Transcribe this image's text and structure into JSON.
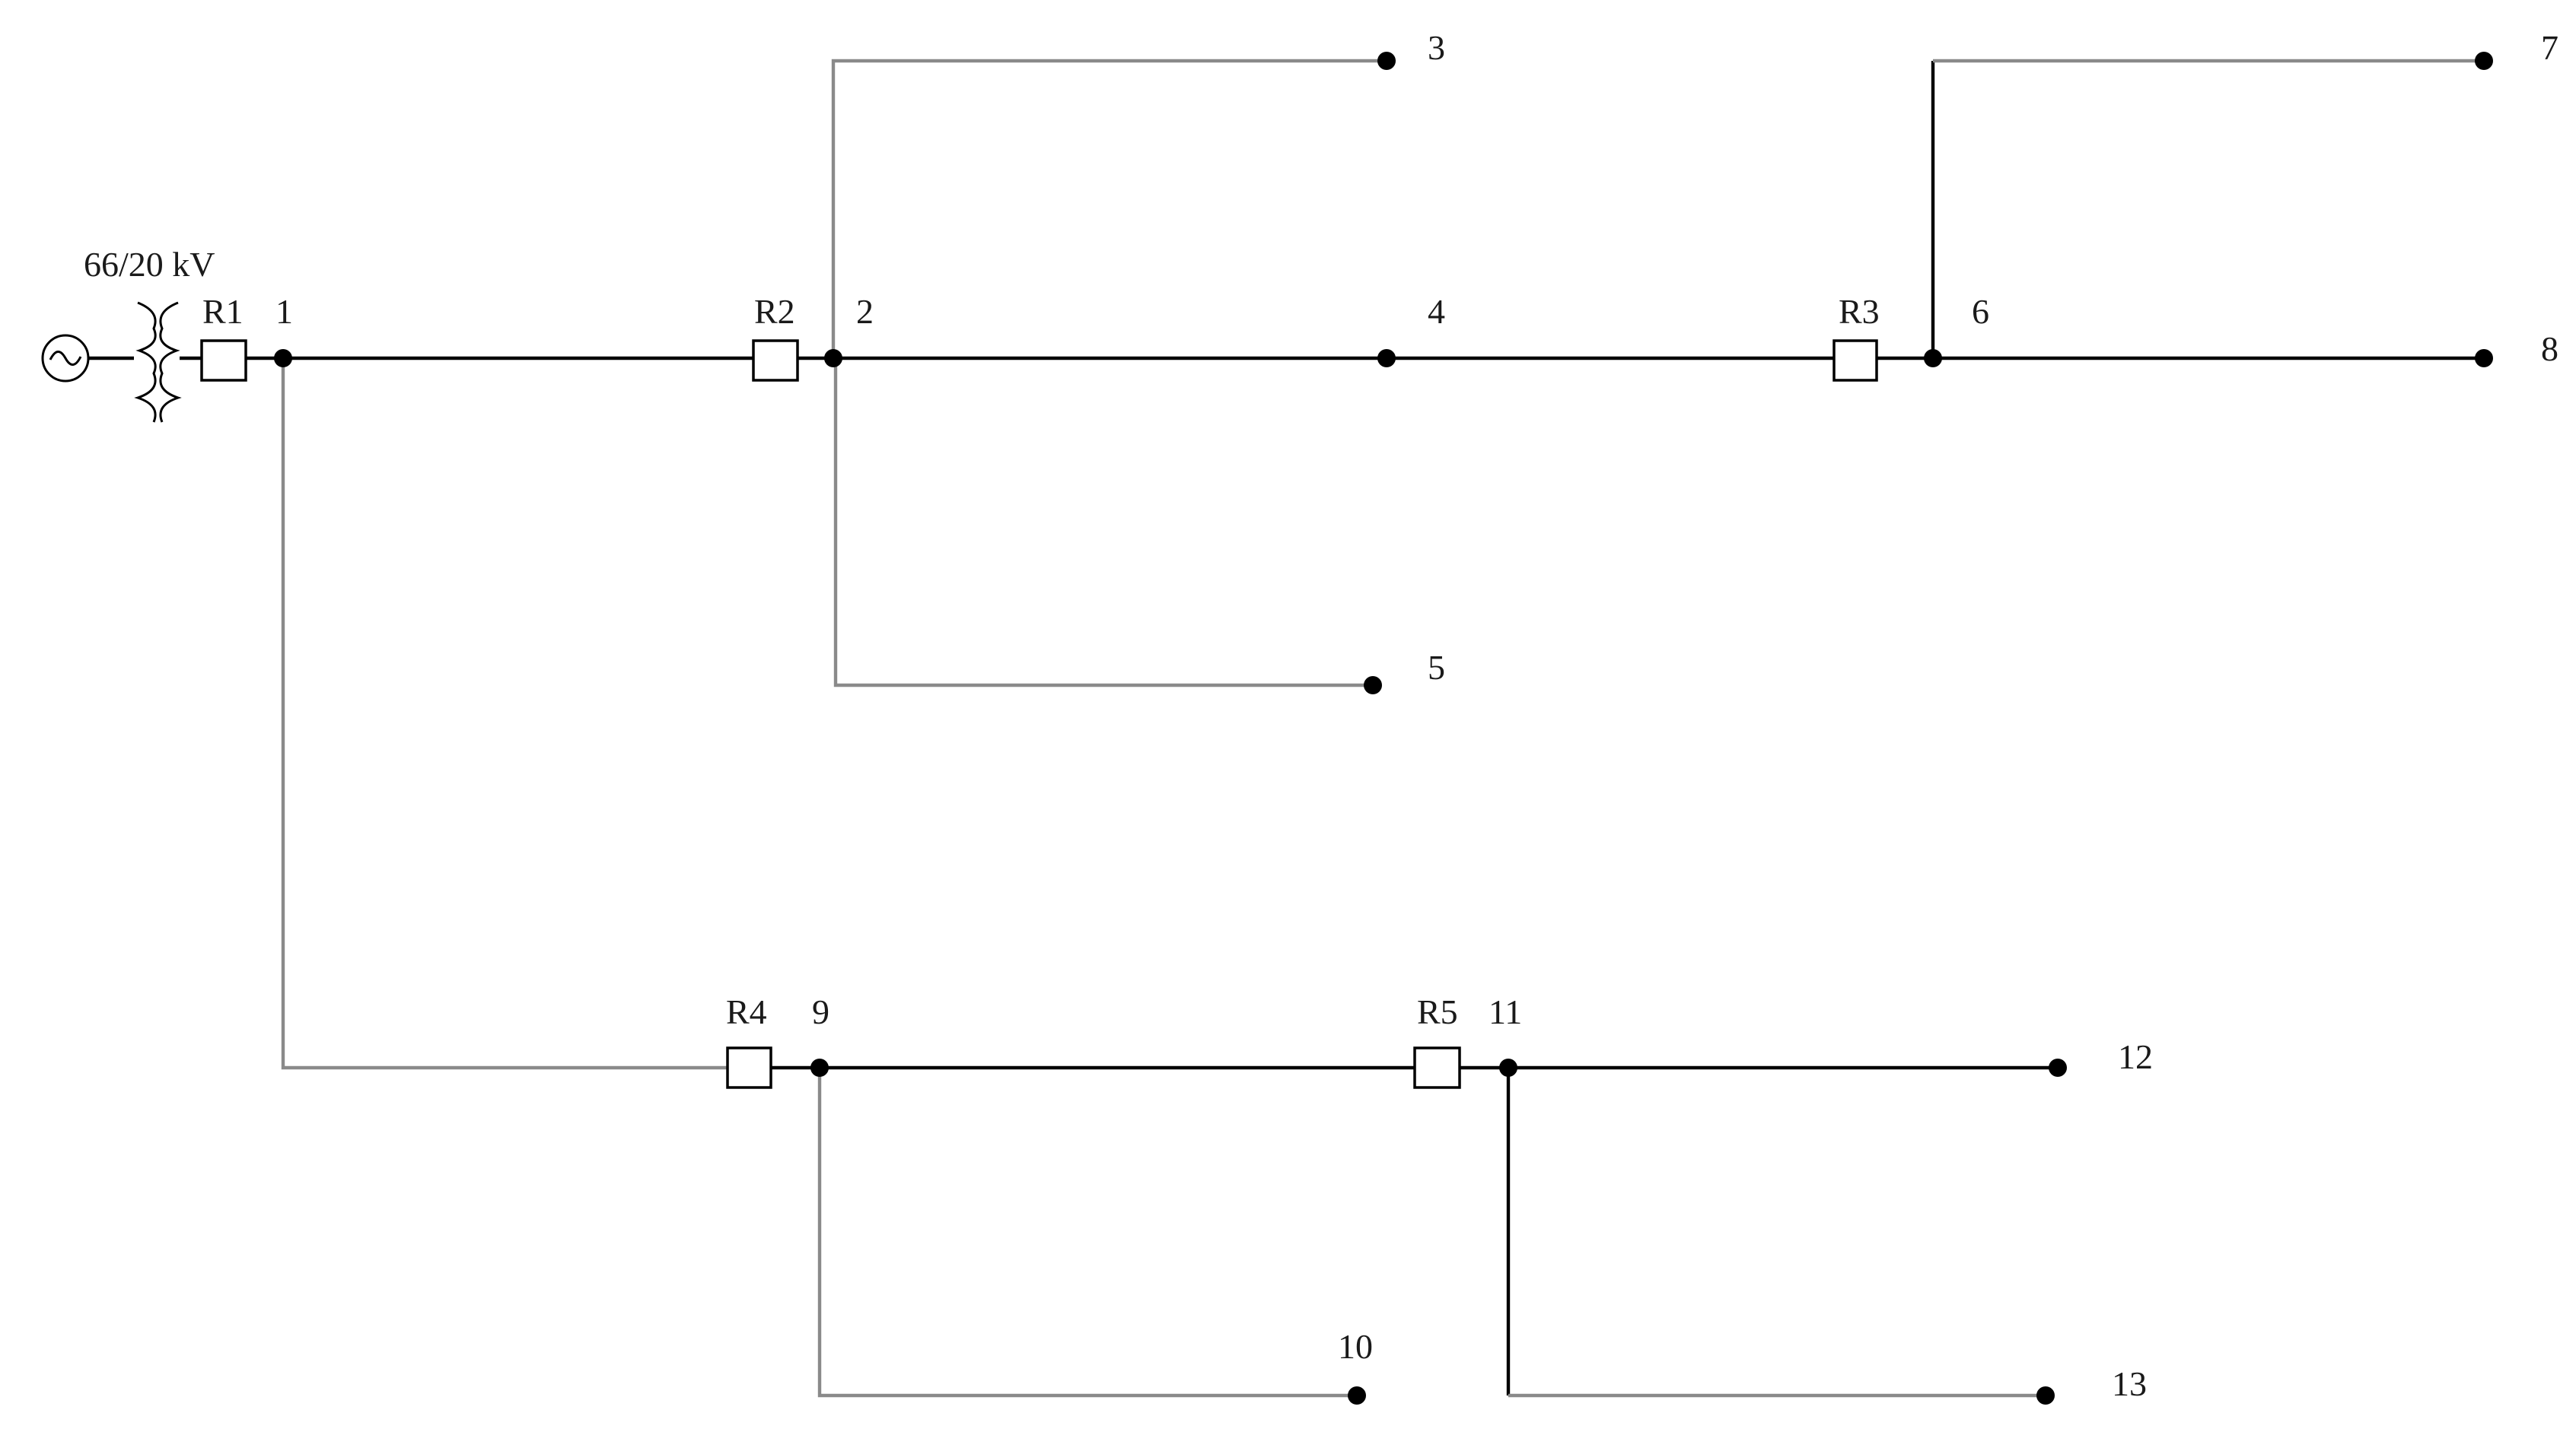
{
  "colors": {
    "background": "#ffffff",
    "main_feeder": "#000000",
    "branch_line": "#8a8a8a",
    "label_text": "#1a1a1a"
  },
  "source": {
    "icon": "ac-source-icon",
    "transformer_icon": "transformer-icon",
    "transformer_label": "66/20 kV"
  },
  "reclosers": [
    "R1",
    "R2",
    "R3",
    "R4",
    "R5"
  ],
  "nodes": [
    "1",
    "2",
    "3",
    "4",
    "5",
    "6",
    "7",
    "8",
    "9",
    "10",
    "11",
    "12",
    "13"
  ],
  "connections": [
    [
      "source",
      "1",
      "R1"
    ],
    [
      "1",
      "2",
      "R2"
    ],
    [
      "2",
      "3",
      ""
    ],
    [
      "2",
      "4",
      ""
    ],
    [
      "2",
      "5",
      ""
    ],
    [
      "4",
      "6",
      "R3"
    ],
    [
      "6",
      "7",
      ""
    ],
    [
      "6",
      "8",
      ""
    ],
    [
      "1",
      "9",
      "R4"
    ],
    [
      "9",
      "10",
      ""
    ],
    [
      "9",
      "11",
      "R5"
    ],
    [
      "11",
      "12",
      ""
    ],
    [
      "11",
      "13",
      ""
    ]
  ]
}
